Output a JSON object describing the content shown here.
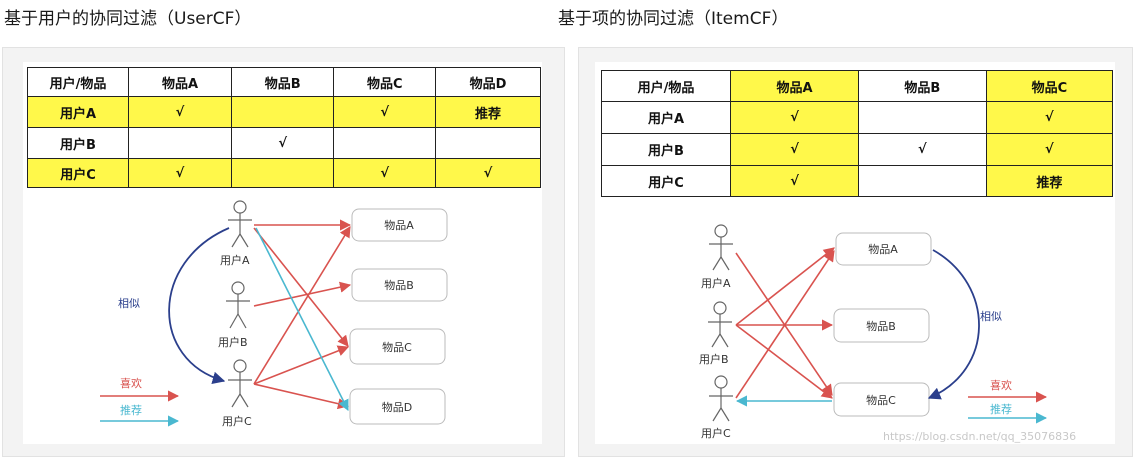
{
  "user_cf": {
    "heading": "基于用户的协同过滤（UserCF）",
    "table": {
      "headers": [
        "用户/物品",
        "物品A",
        "物品B",
        "物品C",
        "物品D"
      ],
      "rows": [
        [
          "用户A",
          "√",
          "",
          "√",
          "推荐"
        ],
        [
          "用户B",
          "",
          "√",
          "",
          ""
        ],
        [
          "用户C",
          "√",
          "",
          "√",
          "√"
        ]
      ]
    },
    "users": [
      "用户A",
      "用户B",
      "用户C"
    ],
    "items": [
      "物品A",
      "物品B",
      "物品C",
      "物品D"
    ],
    "similar_label": "相似",
    "legend": {
      "like": "喜欢",
      "recommend": "推荐"
    }
  },
  "item_cf": {
    "heading": "基于项的协同过滤（ItemCF）",
    "table": {
      "headers": [
        "用户/物品",
        "物品A",
        "物品B",
        "物品C"
      ],
      "rows": [
        [
          "用户A",
          "√",
          "",
          "√"
        ],
        [
          "用户B",
          "√",
          "√",
          "√"
        ],
        [
          "用户C",
          "√",
          "",
          "推荐"
        ]
      ]
    },
    "users": [
      "用户A",
      "用户B",
      "用户C"
    ],
    "items": [
      "物品A",
      "物品B",
      "物品C"
    ],
    "similar_label": "相似",
    "legend": {
      "like": "喜欢",
      "recommend": "推荐"
    }
  },
  "watermark": "https://blog.csdn.net/qq_35076836",
  "colors": {
    "like": "#d9534f",
    "recommend": "#4ab8d0",
    "similar": "#2b3f8c",
    "highlight": "#fff84a"
  }
}
